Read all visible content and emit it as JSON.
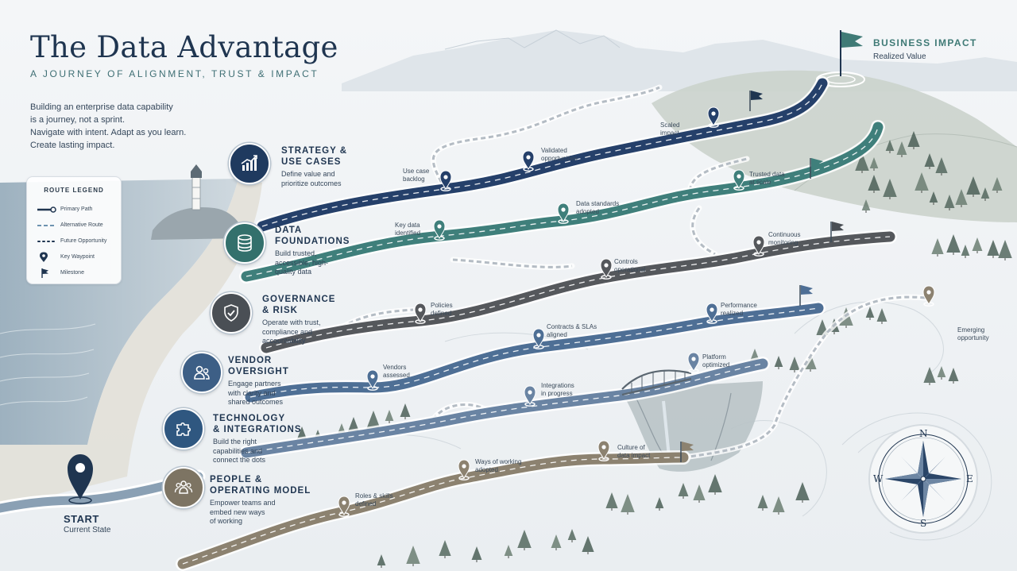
{
  "header": {
    "title": "The Data Advantage",
    "subtitle": "A JOURNEY OF ALIGNMENT, TRUST & IMPACT",
    "intro_lines": [
      "Building an enterprise data capability",
      "is a journey, not a sprint.",
      "Navigate with intent. Adapt as you learn.",
      "Create lasting impact."
    ]
  },
  "legend": {
    "title": "ROUTE LEGEND",
    "items": [
      {
        "label": "Primary Path"
      },
      {
        "label": "Alternative Route"
      },
      {
        "label": "Future Opportunity"
      },
      {
        "label": "Key Waypoint"
      },
      {
        "label": "Milestone"
      }
    ]
  },
  "colors": {
    "strategy": "#25406a",
    "data": "#3f7f7b",
    "governance": "#55585c",
    "vendor": "#4e6f95",
    "technology": "#6a84a3",
    "people": "#8c8270"
  },
  "stages": [
    {
      "title_lines": [
        "STRATEGY &",
        "USE CASES"
      ],
      "desc_lines": [
        "Define value and",
        "prioritize outcomes"
      ],
      "icon": "growth-chart-icon",
      "color": "#1f3a5f"
    },
    {
      "title_lines": [
        "DATA",
        "FOUNDATIONS"
      ],
      "desc_lines": [
        "Build trusted,",
        "accessible, high-",
        "quality data"
      ],
      "icon": "database-icon",
      "color": "#33706c"
    },
    {
      "title_lines": [
        "GOVERNANCE",
        "& RISK"
      ],
      "desc_lines": [
        "Operate with trust,",
        "compliance and",
        "accountability"
      ],
      "icon": "shield-check-icon",
      "color": "#4a4f55"
    },
    {
      "title_lines": [
        "VENDOR",
        "OVERSIGHT"
      ],
      "desc_lines": [
        "Engage partners",
        "with clarity and",
        "shared outcomes"
      ],
      "icon": "people-icon",
      "color": "#3d5f86"
    },
    {
      "title_lines": [
        "TECHNOLOGY",
        "& INTEGRATIONS"
      ],
      "desc_lines": [
        "Build the right",
        "capabilities and",
        "connect the dots"
      ],
      "icon": "puzzle-icon",
      "color": "#2f5780"
    },
    {
      "title_lines": [
        "PEOPLE &",
        "OPERATING MODEL"
      ],
      "desc_lines": [
        "Empower teams and",
        "embed new ways",
        "of working"
      ],
      "icon": "team-icon",
      "color": "#7d7463"
    }
  ],
  "waypoints": [
    {
      "lines": [
        "Use case",
        "backlog"
      ]
    },
    {
      "lines": [
        "Validated",
        "opportunities"
      ]
    },
    {
      "lines": [
        "Scaled",
        "impact"
      ]
    },
    {
      "lines": [
        "Key data",
        "identified"
      ]
    },
    {
      "lines": [
        "Data standards",
        "adopted"
      ]
    },
    {
      "lines": [
        "Trusted data",
        "at scale"
      ]
    },
    {
      "lines": [
        "Policies",
        "defined"
      ]
    },
    {
      "lines": [
        "Controls",
        "operational"
      ]
    },
    {
      "lines": [
        "Continuous",
        "monitoring"
      ]
    },
    {
      "lines": [
        "Vendors",
        "assessed"
      ]
    },
    {
      "lines": [
        "Contracts & SLAs",
        "aligned"
      ]
    },
    {
      "lines": [
        "Performance",
        "realized"
      ]
    },
    {
      "lines": [
        "Integrations",
        "in progress"
      ]
    },
    {
      "lines": [
        "Platform",
        "optimized"
      ]
    },
    {
      "lines": [
        "Roles & skills",
        "defined"
      ]
    },
    {
      "lines": [
        "Ways of working",
        "adopted"
      ]
    },
    {
      "lines": [
        "Culture of",
        "data impact"
      ]
    }
  ],
  "destination": {
    "title": "BUSINESS IMPACT",
    "subtitle": "Realized Value"
  },
  "start": {
    "title": "START",
    "subtitle": "Current State"
  },
  "emerging": {
    "lines": [
      "Emerging",
      "opportunity"
    ]
  },
  "compass": {
    "n": "N",
    "s": "S",
    "e": "E",
    "w": "W"
  }
}
